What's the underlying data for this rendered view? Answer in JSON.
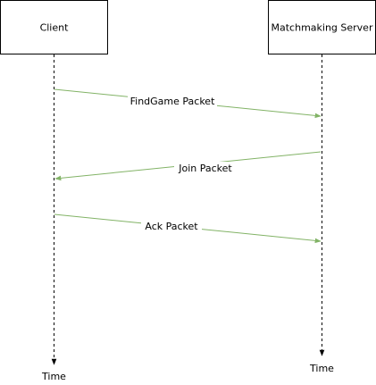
{
  "participants": [
    {
      "id": "client",
      "label": "Client"
    },
    {
      "id": "server",
      "label": "Matchmaking Server"
    }
  ],
  "messages": [
    {
      "label": "FindGame Packet",
      "from": "client",
      "to": "server"
    },
    {
      "label": "Join Packet",
      "from": "server",
      "to": "client"
    },
    {
      "label": "Ack Packet",
      "from": "client",
      "to": "server"
    }
  ],
  "time_labels": {
    "client": "Time",
    "server": "Time"
  },
  "colors": {
    "message_line": "#82b366",
    "lifeline": "#000000",
    "box_border": "#000000",
    "box_fill": "#ffffff"
  }
}
